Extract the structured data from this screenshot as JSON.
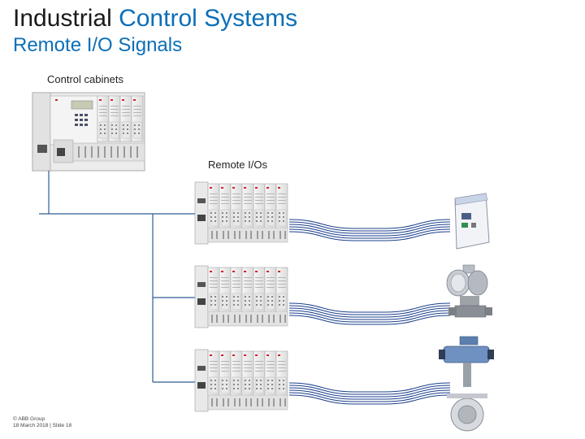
{
  "header": {
    "title_part1": "Industrial",
    "title_part2": "Control Systems",
    "subtitle": "Remote I/O Signals"
  },
  "labels": {
    "control_cabinets": "Control cabinets",
    "remote_ios": "Remote I/Os"
  },
  "footer": {
    "copyright": "© ABB Group",
    "date_slide": "18 March 2018 | Slide 18"
  },
  "colors": {
    "accent": "#0b6fb8",
    "wire": "#1b3f8b"
  }
}
